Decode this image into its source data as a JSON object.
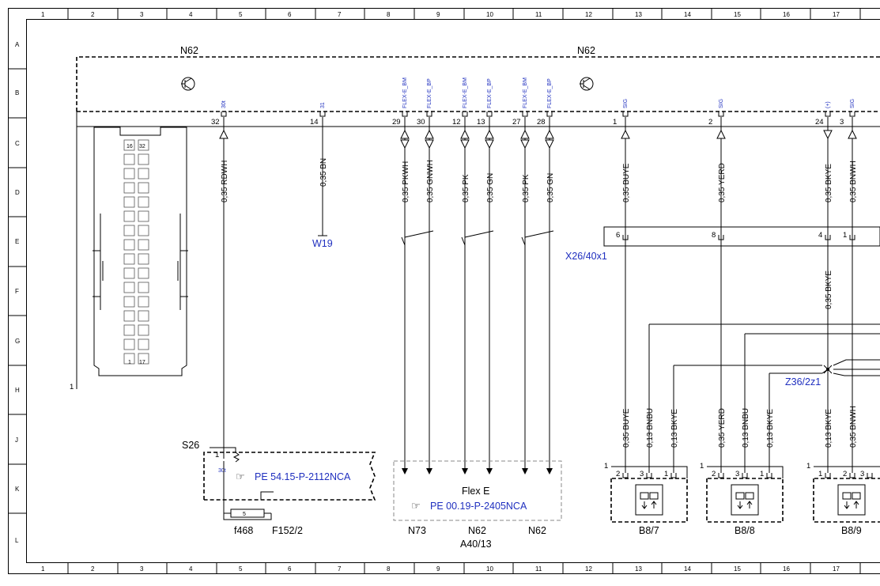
{
  "grid": {
    "columns": [
      "1",
      "2",
      "3",
      "4",
      "5",
      "6",
      "7",
      "8",
      "9",
      "10",
      "11",
      "12",
      "13",
      "14",
      "15",
      "16",
      "17"
    ],
    "rows": [
      "A",
      "B",
      "C",
      "D",
      "E",
      "F",
      "G",
      "H",
      "J",
      "K",
      "L"
    ]
  },
  "module": {
    "label_left": "N62",
    "label_right": "N62",
    "frame_number": "1"
  },
  "connector_face": {
    "top_left": "16",
    "top_right": "32",
    "bottom_left": "1",
    "bottom_right": "17"
  },
  "pins": [
    {
      "num": "32",
      "signal": "30t"
    },
    {
      "num": "14",
      "signal": "31"
    },
    {
      "num": "29",
      "signal": "FLEX-E_BM"
    },
    {
      "num": "30",
      "signal": "FLEX-E_BP"
    },
    {
      "num": "12",
      "signal": "FLEX-E_BM"
    },
    {
      "num": "13",
      "signal": "FLEX-E_BP"
    },
    {
      "num": "27",
      "signal": "FLEX-E_BM"
    },
    {
      "num": "28",
      "signal": "FLEX-E_BP"
    },
    {
      "num": "1",
      "signal": "SIG"
    },
    {
      "num": "2",
      "signal": "SIG"
    },
    {
      "num": "24",
      "signal": "(+)"
    },
    {
      "num": "3",
      "signal": "SIG"
    }
  ],
  "wires_upper": [
    "0,35 RDWH",
    "0,35 BN",
    "0,35 PKWH",
    "0,35 GNWH",
    "0,35 PK",
    "0,35 GN",
    "0,35 PK",
    "0,35 GN",
    "0,35 BUYE",
    "0,35 YERD",
    "0,35 BKYE",
    "0,35 BNWH"
  ],
  "wire_mid": "0,35 BKYE",
  "wires_lower": [
    "0,35 BUYE",
    "0,13 BNBU",
    "0,13 BKYE",
    "0,35 YERD",
    "0,13 BNBU",
    "0,13 BKYE",
    "0,13 BKYE",
    "0,35 BNWH"
  ],
  "ground": "W19",
  "connector_x26": {
    "label": "X26/40x1",
    "pins": [
      "6",
      "8",
      "4",
      "1"
    ]
  },
  "splice": "Z36/2z1",
  "fuse_box": {
    "s26": "S26",
    "pin": "1",
    "sub": "30t",
    "ref": "PE 54.15-P-2112NCA",
    "fuse_no": "5",
    "fuse": "f468",
    "label": "F152/2"
  },
  "flex_e": {
    "title": "Flex E",
    "ref": "PE 00.19-P-2405NCA",
    "n73": "N73",
    "n62a": "N62",
    "a40": "A40/13",
    "n62b": "N62"
  },
  "sensors": [
    {
      "label": "B8/7",
      "pins": [
        "2",
        "3",
        "1"
      ],
      "frame": "1"
    },
    {
      "label": "B8/8",
      "pins": [
        "2",
        "3",
        "1"
      ],
      "frame": "1"
    },
    {
      "label": "B8/9",
      "pins": [
        "1",
        "2",
        "3"
      ],
      "frame": "1"
    }
  ],
  "icons": [
    "relay-icon",
    "hand-pointer-icon",
    "sensor-icon"
  ]
}
